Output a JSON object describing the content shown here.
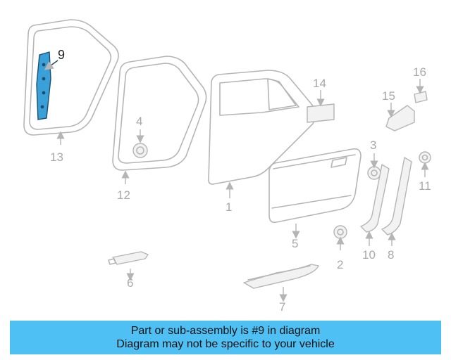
{
  "diagram": {
    "callouts": {
      "p1": "1",
      "p2": "2",
      "p3": "3",
      "p4": "4",
      "p5": "5",
      "p6": "6",
      "p7": "7",
      "p8": "8",
      "p9": "9",
      "p10": "10",
      "p11": "11",
      "p12": "12",
      "p13": "13",
      "p14": "14",
      "p15": "15",
      "p16": "16"
    },
    "highlight_color": "#3aa0d8"
  },
  "banner": {
    "line1": "Part or sub-assembly is #9 in diagram",
    "line2": "Diagram may not be specific to your vehicle",
    "color": "#4fc0f4"
  }
}
